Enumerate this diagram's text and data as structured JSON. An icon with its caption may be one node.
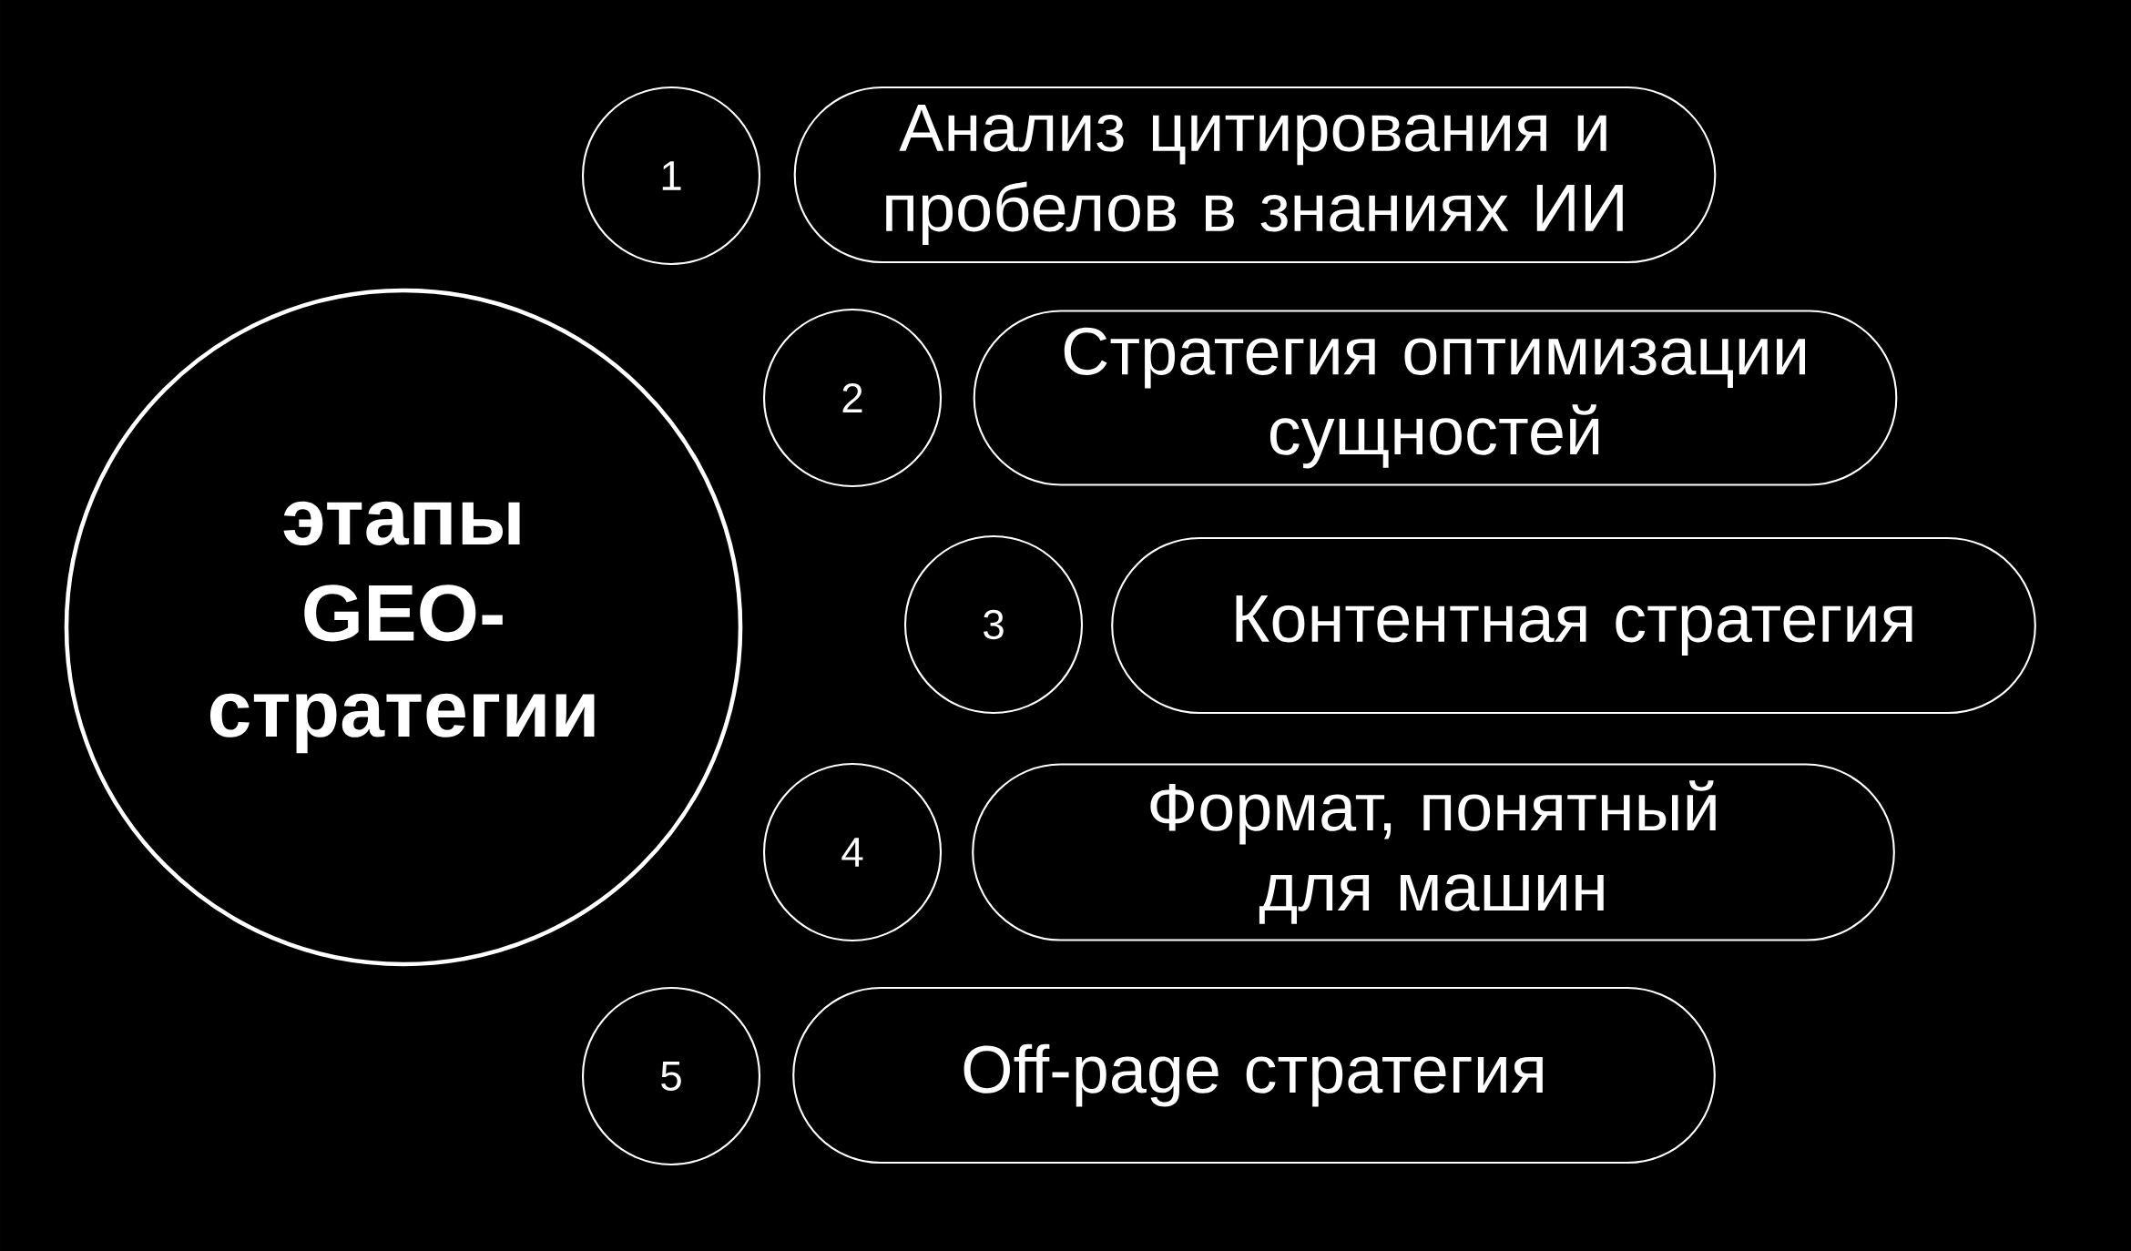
{
  "diagram": {
    "nodes": [
      {
        "text": [
          "этапы GEO-стратегии"
        ]
      },
      {
        "text": [
          "1"
        ]
      },
      {
        "text": [
          "Анализ цитирования и пробелов в знаниях ИИ"
        ]
      },
      {
        "text": [
          "2"
        ]
      },
      {
        "text": [
          "Стратегия оптимизации сущностей"
        ]
      },
      {
        "text": [
          "3"
        ]
      },
      {
        "text": [
          "Контентная стратегия"
        ]
      },
      {
        "text": [
          "4"
        ]
      },
      {
        "text": [
          "Формат, понятный для машин"
        ]
      },
      {
        "text": [
          "5"
        ]
      },
      {
        "text": [
          "Off-page стратегия"
        ]
      }
    ]
  }
}
